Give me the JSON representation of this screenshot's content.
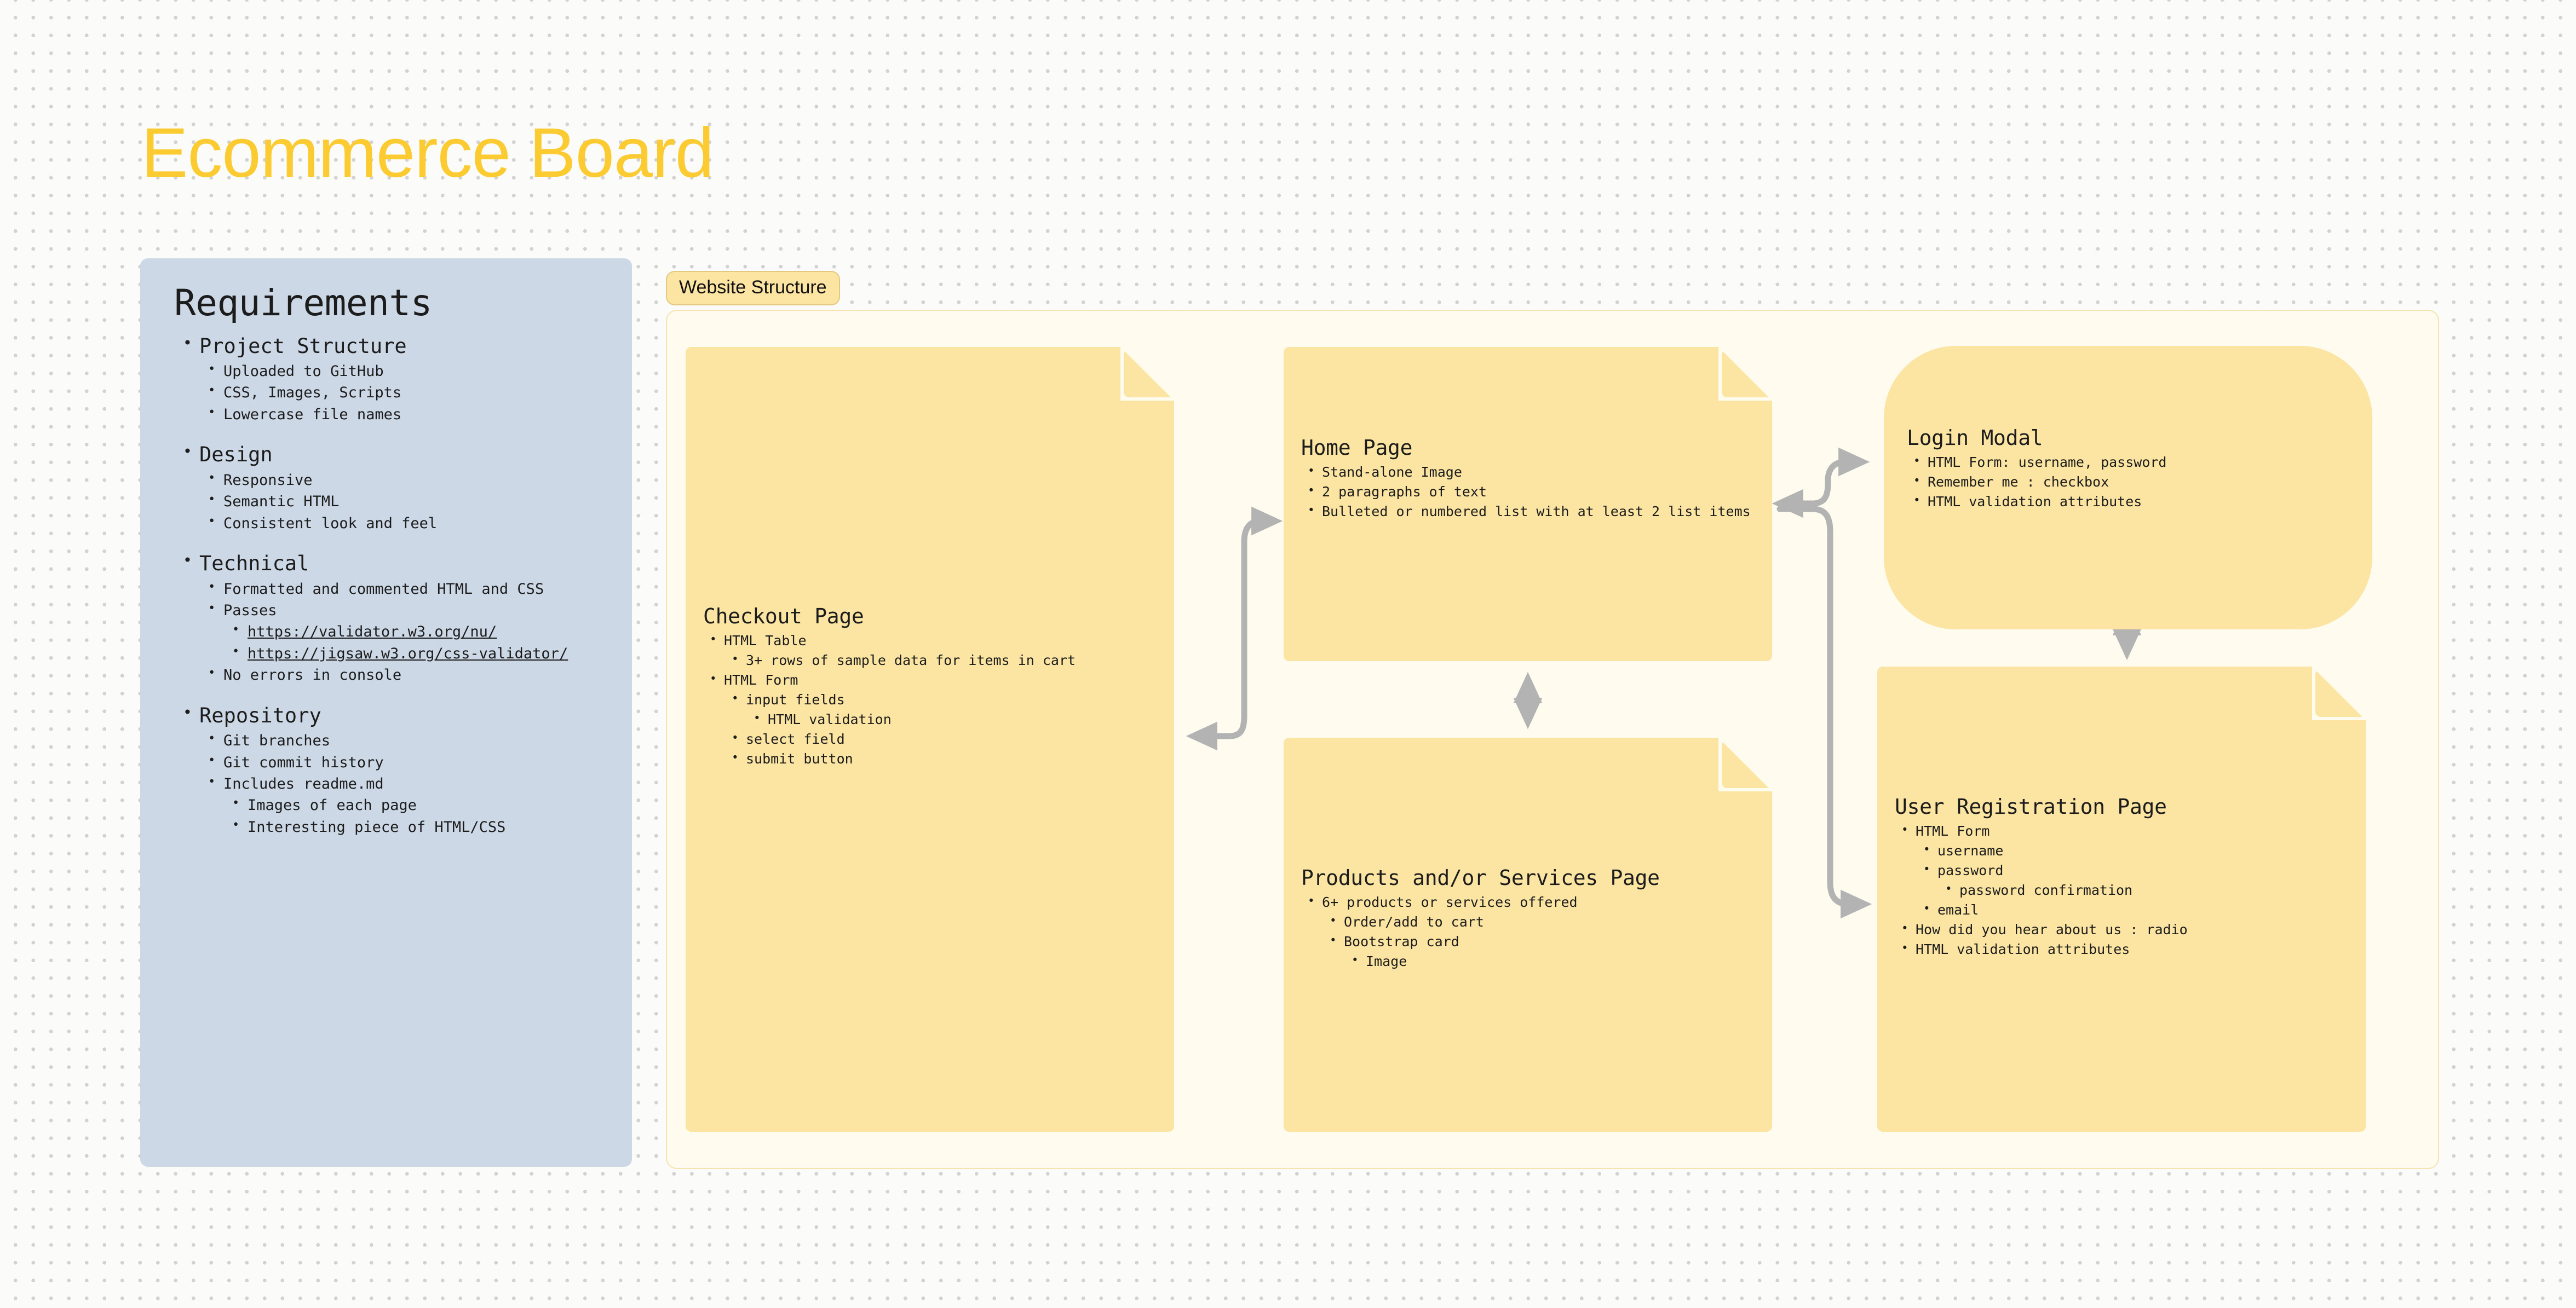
{
  "board": {
    "title": "Ecommerce Board",
    "title_color": "#FCCB31",
    "background_color": "#fbfbfa",
    "card_color": "#FCE5A2",
    "frame_color": "#FFFCEF",
    "panel_color": "#CDD8E6",
    "connector_color": "#B3B3B3"
  },
  "requirements": {
    "heading": "Requirements",
    "groups": [
      {
        "label": "Project Structure",
        "items": [
          {
            "text": "Uploaded to GitHub"
          },
          {
            "text": "CSS, Images, Scripts"
          },
          {
            "text": "Lowercase file names"
          }
        ]
      },
      {
        "label": "Design",
        "items": [
          {
            "text": "Responsive"
          },
          {
            "text": "Semantic HTML"
          },
          {
            "text": "Consistent look and feel"
          }
        ]
      },
      {
        "label": "Technical",
        "items": [
          {
            "text": "Formatted and commented HTML and CSS"
          },
          {
            "text": "Passes",
            "links": [
              "https://validator.w3.org/nu/",
              "https://jigsaw.w3.org/css-validator/"
            ]
          },
          {
            "text": "No errors in console"
          }
        ]
      },
      {
        "label": "Repository",
        "items": [
          {
            "text": "Git branches"
          },
          {
            "text": "Git commit history"
          },
          {
            "text": "Includes readme.md",
            "subitems": [
              "Images of each page",
              "Interesting piece of HTML/CSS"
            ]
          }
        ]
      }
    ]
  },
  "structure": {
    "badge_label": "Website Structure",
    "cards": {
      "checkout": {
        "title": "Checkout Page",
        "items": [
          {
            "level": 1,
            "text": "HTML Table"
          },
          {
            "level": 2,
            "text": "3+ rows of sample data for items in cart"
          },
          {
            "level": 1,
            "text": "HTML Form"
          },
          {
            "level": 2,
            "text": "input fields"
          },
          {
            "level": 3,
            "text": "HTML validation"
          },
          {
            "level": 2,
            "text": "select field"
          },
          {
            "level": 2,
            "text": "submit button"
          }
        ]
      },
      "home": {
        "title": "Home Page",
        "items": [
          {
            "level": 1,
            "text": "Stand-alone Image"
          },
          {
            "level": 1,
            "text": "2 paragraphs of text"
          },
          {
            "level": 1,
            "text": "Bulleted or numbered list with at least 2 list items"
          }
        ]
      },
      "login": {
        "title": "Login Modal",
        "items": [
          {
            "level": 1,
            "text": "HTML Form: username, password"
          },
          {
            "level": 1,
            "text": "Remember me : checkbox"
          },
          {
            "level": 1,
            "text": "HTML validation attributes"
          }
        ]
      },
      "products": {
        "title": "Products and/or Services Page",
        "items": [
          {
            "level": 1,
            "text": "6+ products or services offered"
          },
          {
            "level": 2,
            "text": "Order/add to cart"
          },
          {
            "level": 2,
            "text": "Bootstrap card"
          },
          {
            "level": 3,
            "text": "Image"
          }
        ]
      },
      "registration": {
        "title": "User Registration Page",
        "items": [
          {
            "level": 1,
            "text": "HTML Form"
          },
          {
            "level": 2,
            "text": "username"
          },
          {
            "level": 2,
            "text": "password"
          },
          {
            "level": 3,
            "text": "password confirmation"
          },
          {
            "level": 2,
            "text": "email"
          },
          {
            "level": 1,
            "text": "How did you hear about us : radio"
          },
          {
            "level": 1,
            "text": "HTML validation attributes"
          }
        ]
      }
    }
  }
}
